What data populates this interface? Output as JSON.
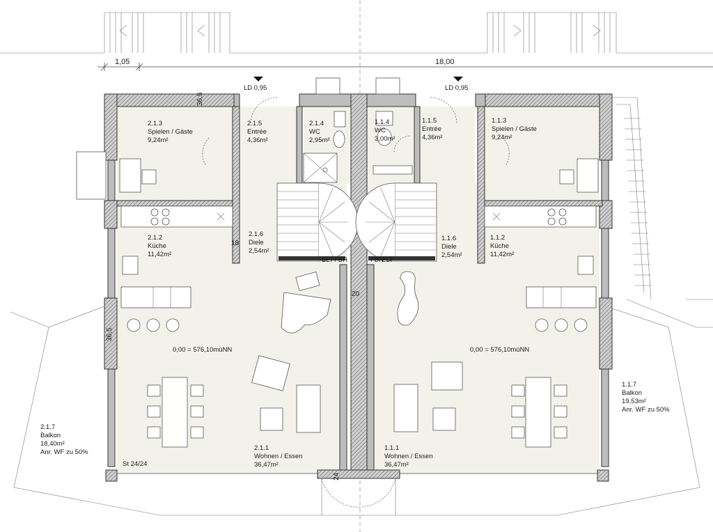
{
  "dimensions": {
    "left_span": "1,05",
    "total_span": "18,00",
    "wall_a": "36,5",
    "wall_b": "18",
    "wall_c": "20",
    "wall_d": "36,5",
    "wall_e": "24"
  },
  "level_markers": {
    "left": "LD 0,95",
    "right": "LD 0,95"
  },
  "floor_level": {
    "left": "0,00 = 576,10müNN",
    "right": "0,00 = 576,10müNN"
  },
  "stair_note": "St 24/24",
  "stair_labels": {
    "left_a": "ELT",
    "left_b": "FBH",
    "right_a": "FBH",
    "right_b": "ELT"
  },
  "rooms": {
    "r213": {
      "num": "2.1.3",
      "name": "Spielen / Gäste",
      "area": "9,24m²"
    },
    "r215": {
      "num": "2.1.5",
      "name": "Entrée",
      "area": "4,36m²"
    },
    "r214": {
      "num": "2.1.4",
      "name": "WC",
      "area": "2,95m²"
    },
    "r216": {
      "num": "2.1.6",
      "name": "Diele",
      "area": "2,54m²"
    },
    "r212": {
      "num": "2.1.2",
      "name": "Küche",
      "area": "11,42m²"
    },
    "r211": {
      "num": "2.1.1",
      "name": "Wohnen / Essen",
      "area": "36,47m²"
    },
    "r217": {
      "num": "2.1.7",
      "name": "Balkon",
      "area": "18,40m²",
      "note": "Anr. WF zu 50%"
    },
    "r114": {
      "num": "1.1.4",
      "name": "WC",
      "area": "3,00m²"
    },
    "r115": {
      "num": "1.1.5",
      "name": "Entrée",
      "area": "4,36m²"
    },
    "r113": {
      "num": "1.1.3",
      "name": "Spielen / Gäste",
      "area": "9,24m²"
    },
    "r116": {
      "num": "1.1.6",
      "name": "Diele",
      "area": "2,54m²"
    },
    "r112": {
      "num": "1.1.2",
      "name": "Küche",
      "area": "11,42m²"
    },
    "r111": {
      "num": "1.1.1",
      "name": "Wohnen / Essen",
      "area": "36,47m²"
    },
    "r117": {
      "num": "1.1.7",
      "name": "Balkon",
      "area": "19,53m²",
      "note": "Anr. WF zu 50%"
    }
  },
  "colors": {
    "floor": "#f2f2ea",
    "wall": "#bdbdbd",
    "line": "#333333"
  }
}
